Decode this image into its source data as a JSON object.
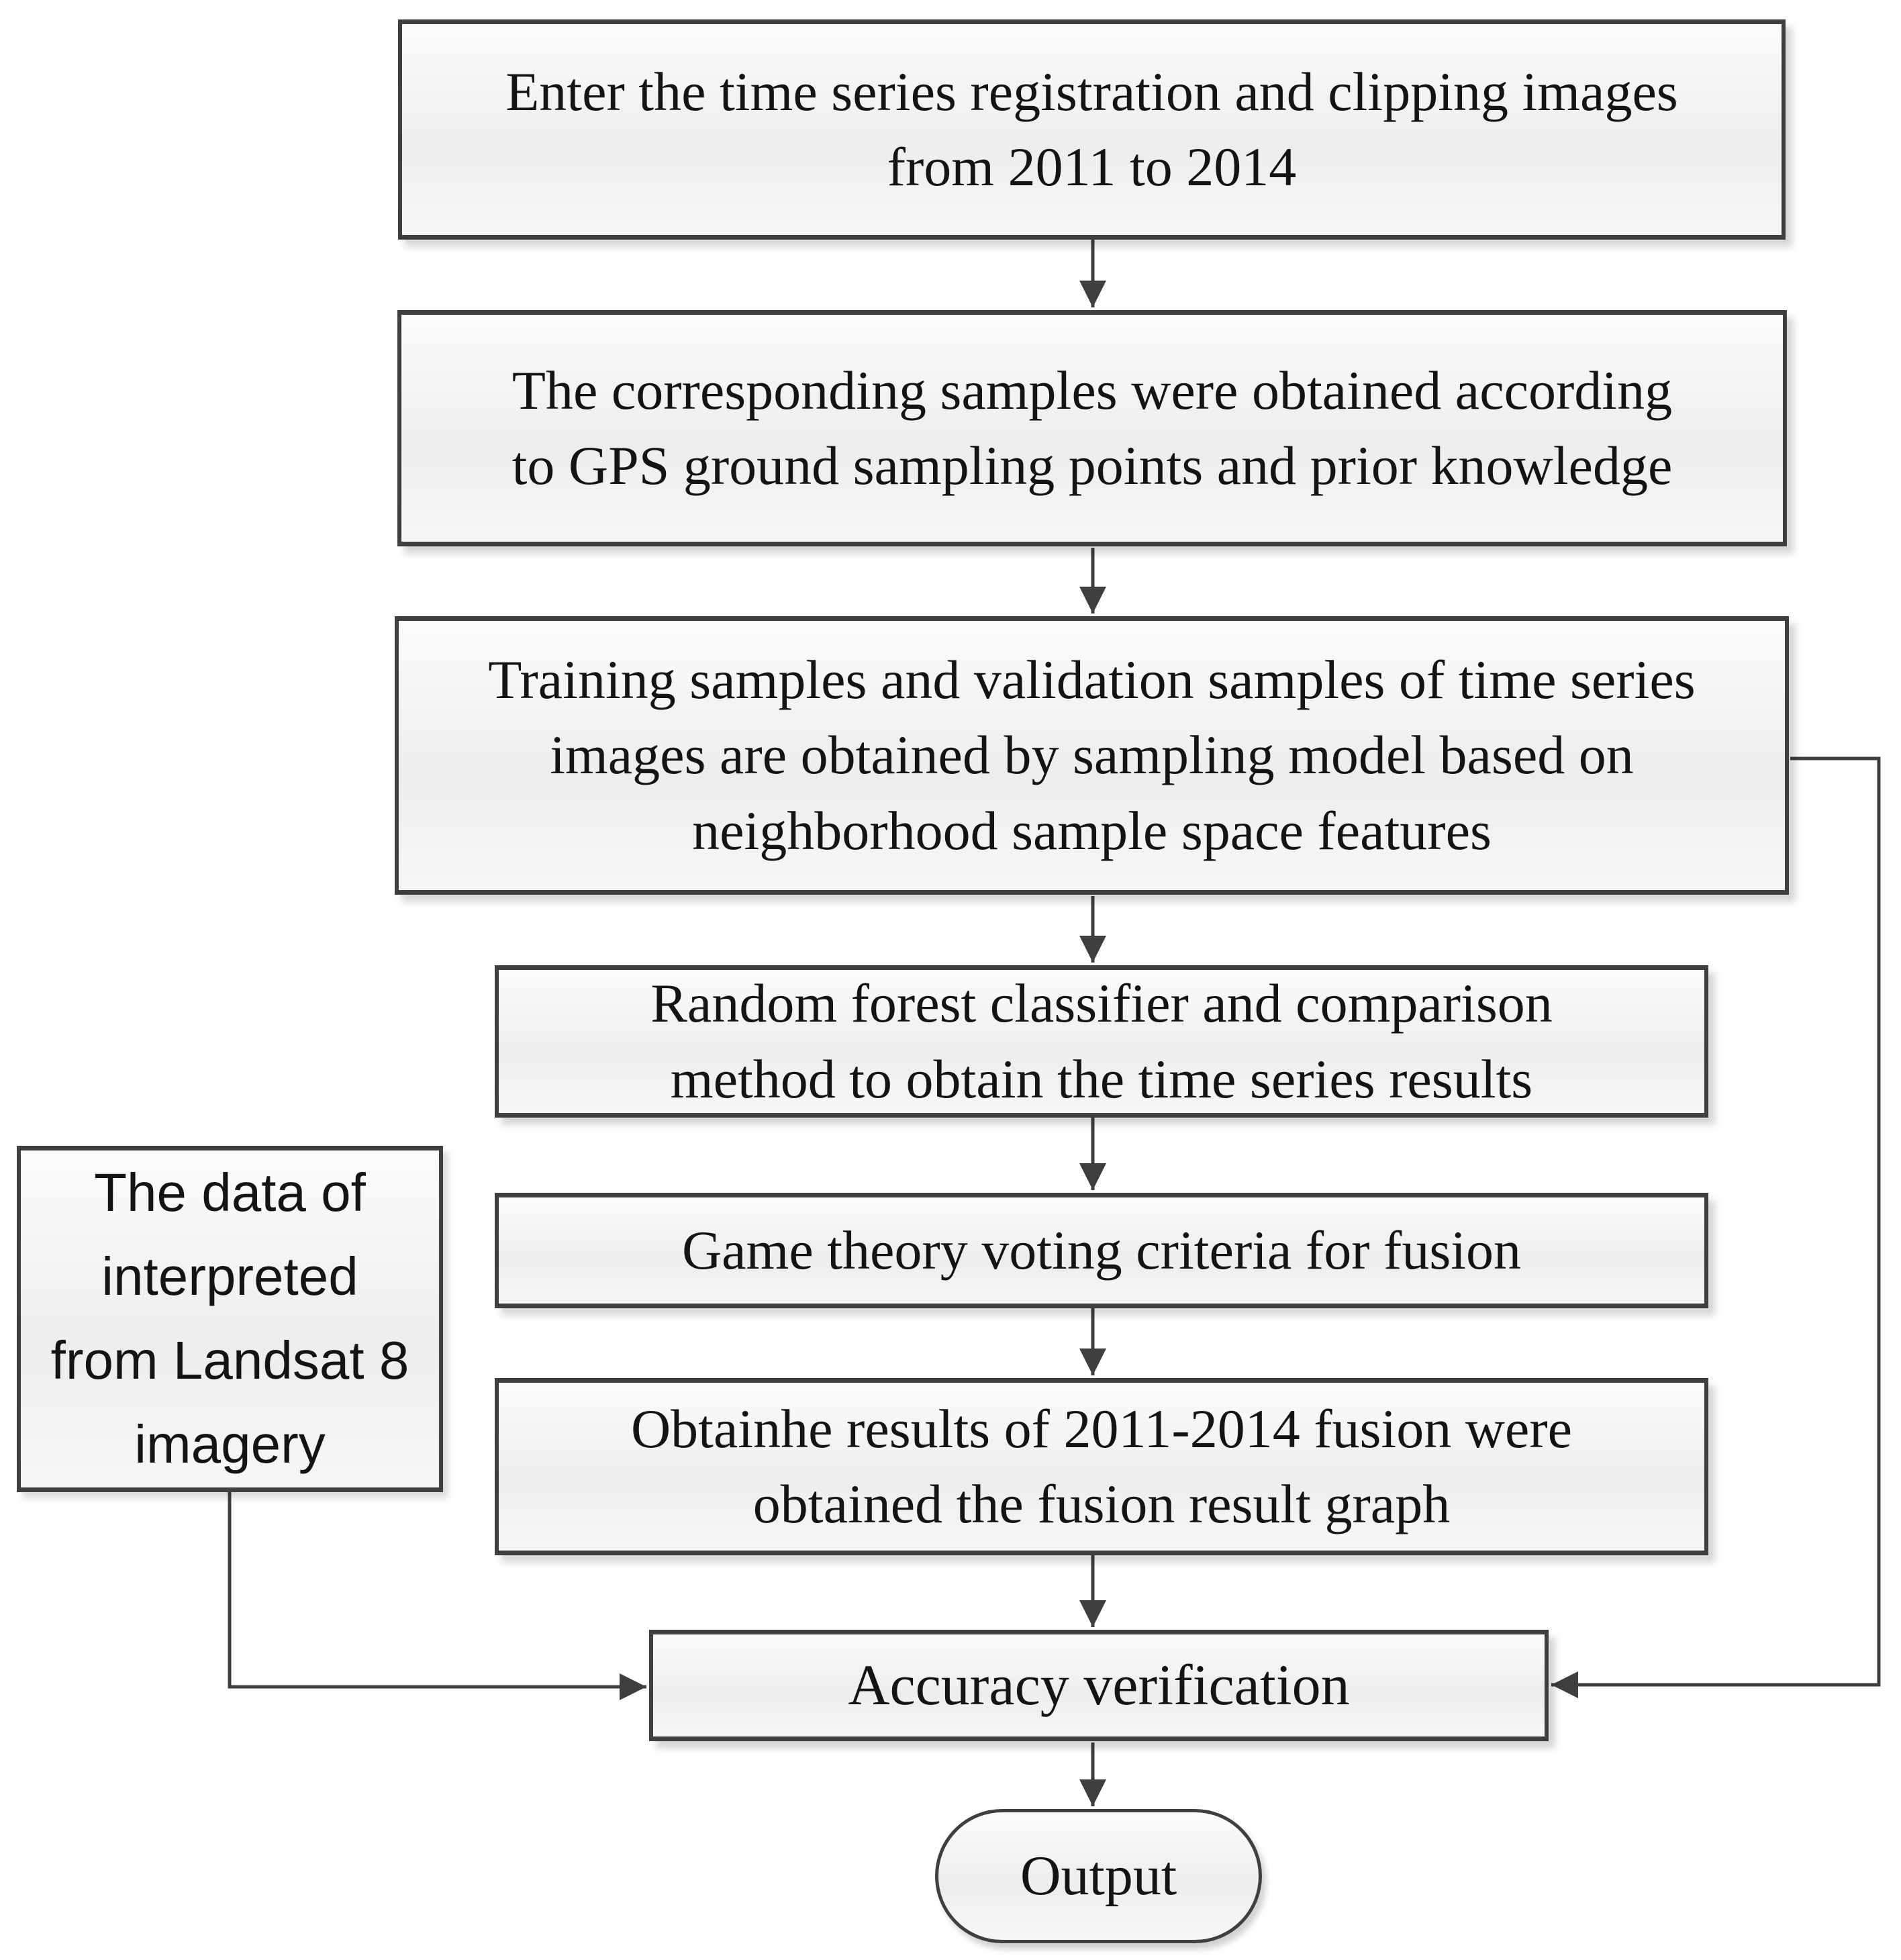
{
  "colors": {
    "background": "#ffffff",
    "box_border": "#3f3f3f",
    "connector": "#3f3f3f",
    "text": "#141414",
    "box_fill_top": "#fcfcfc",
    "box_fill_mid": "#ededed",
    "box_fill_bottom": "#f7f7f7"
  },
  "flowchart": {
    "nodes": {
      "enter_images": {
        "shape": "rect",
        "label": "Enter the time series registration and clipping images\nfrom 2011 to 2014"
      },
      "gps_samples": {
        "shape": "rect",
        "label": "The corresponding samples were obtained according\nto GPS ground sampling points and prior knowledge"
      },
      "training_validation": {
        "shape": "rect",
        "label": "Training samples and validation samples of time series\nimages are obtained by sampling model based on\nneighborhood sample space features"
      },
      "random_forest": {
        "shape": "rect",
        "label": "Random forest classifier and comparison\nmethod to obtain the time series results"
      },
      "game_theory": {
        "shape": "rect",
        "label": "Game theory voting criteria for fusion"
      },
      "fusion_results": {
        "shape": "rect",
        "label": "Obtainhe results of 2011-2014 fusion were\nobtained the fusion result graph"
      },
      "landsat_data": {
        "shape": "rect",
        "label": "The data of\ninterpreted\nfrom Landsat 8\nimagery"
      },
      "accuracy_verification": {
        "shape": "rect",
        "label": "Accuracy verification"
      },
      "output": {
        "shape": "stadium",
        "label": "Output"
      }
    },
    "edges": [
      {
        "from": "enter_images",
        "to": "gps_samples"
      },
      {
        "from": "gps_samples",
        "to": "training_validation"
      },
      {
        "from": "training_validation",
        "to": "random_forest"
      },
      {
        "from": "random_forest",
        "to": "game_theory"
      },
      {
        "from": "game_theory",
        "to": "fusion_results"
      },
      {
        "from": "fusion_results",
        "to": "accuracy_verification"
      },
      {
        "from": "training_validation",
        "to": "accuracy_verification",
        "route": "right-side"
      },
      {
        "from": "landsat_data",
        "to": "accuracy_verification",
        "route": "left-side"
      },
      {
        "from": "accuracy_verification",
        "to": "output"
      }
    ]
  }
}
